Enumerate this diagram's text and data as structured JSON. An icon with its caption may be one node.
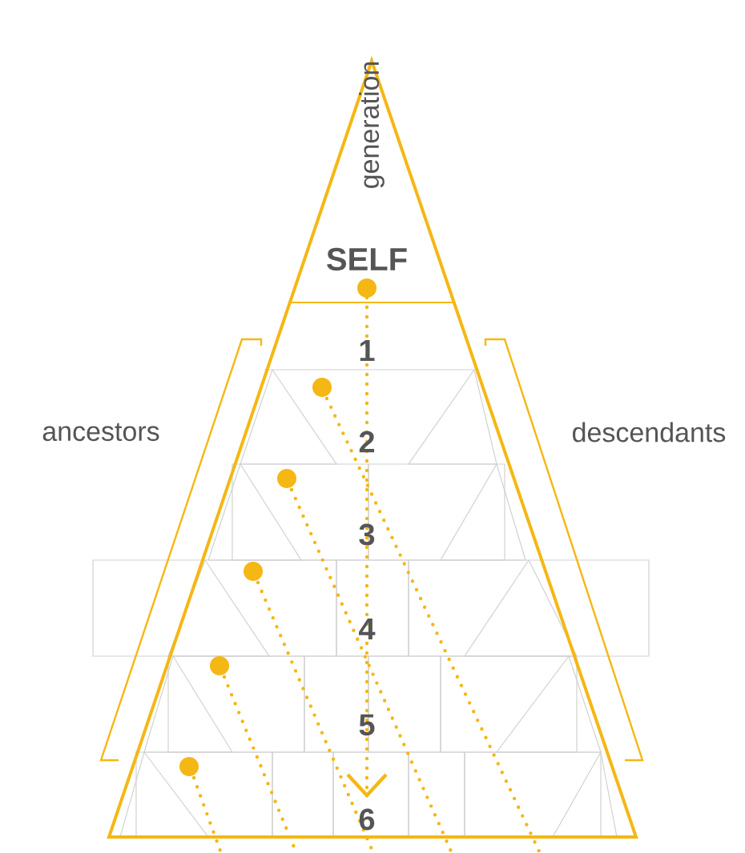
{
  "diagram": {
    "labels": [
      "generation",
      "SELF",
      "1",
      "ancestors",
      "descendants",
      "2",
      "3",
      "4",
      "5",
      "6"
    ]
  }
}
